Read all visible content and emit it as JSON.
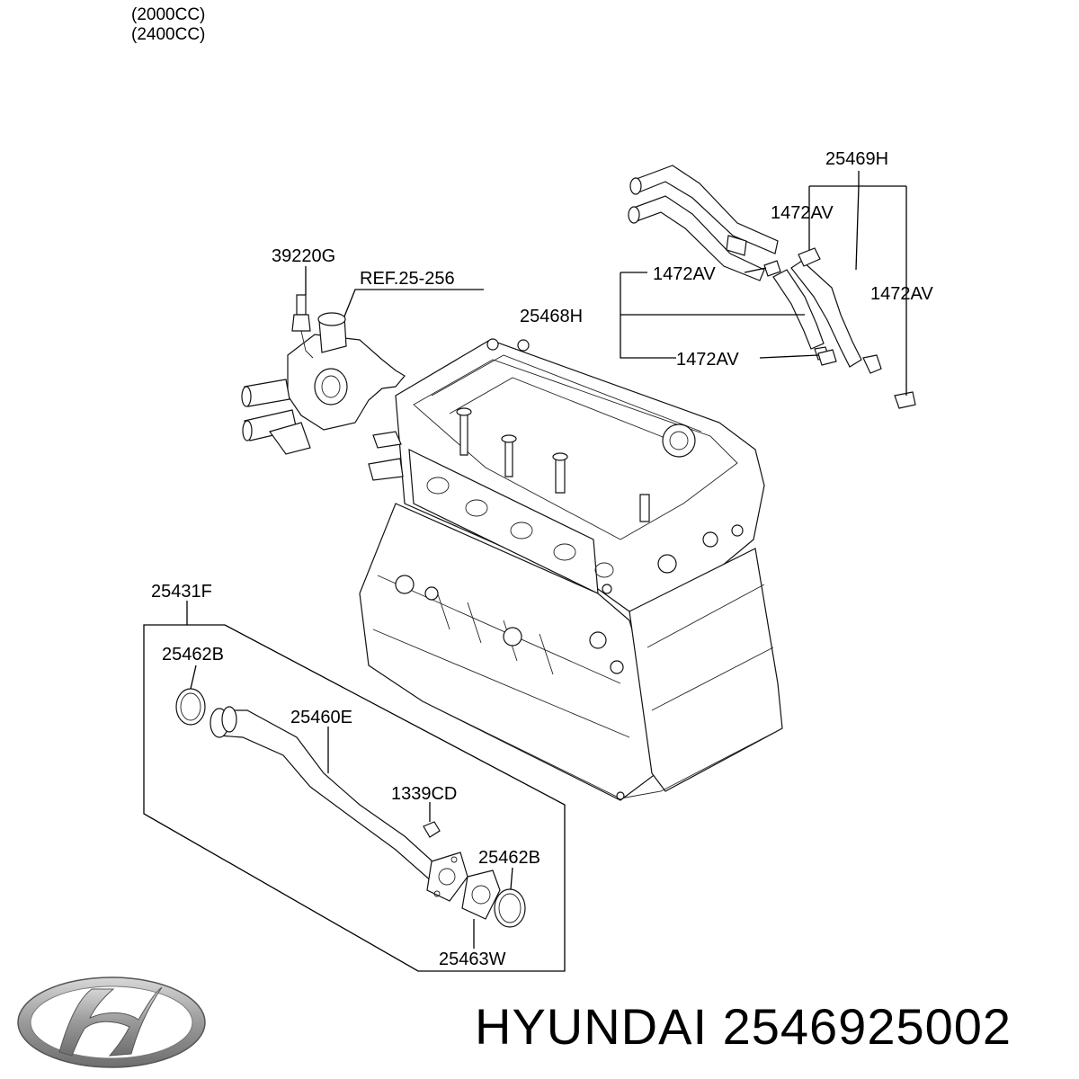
{
  "header": {
    "engine_lines": [
      "(2000CC)",
      "(2400CC)"
    ]
  },
  "callouts": {
    "hose_assy_upper": "25469H",
    "clamp_a": "1472AV",
    "clamp_b": "1472AV",
    "clamp_c": "1472AV",
    "clamp_d": "1472AV",
    "hose_lower": "25468H",
    "sensor": "39220G",
    "reference": "REF.25-256",
    "pipe_assy": "25431F",
    "oring_upper": "25462B",
    "pipe": "25460E",
    "nut": "1339CD",
    "oring_lower": "25462B",
    "gasket": "25463W"
  },
  "footer": {
    "brand_name": "HYUNDAI",
    "part_number": "2546925002"
  },
  "colors": {
    "line": "#000000",
    "logo_silver": "#9a9a9a",
    "background": "#ffffff"
  }
}
